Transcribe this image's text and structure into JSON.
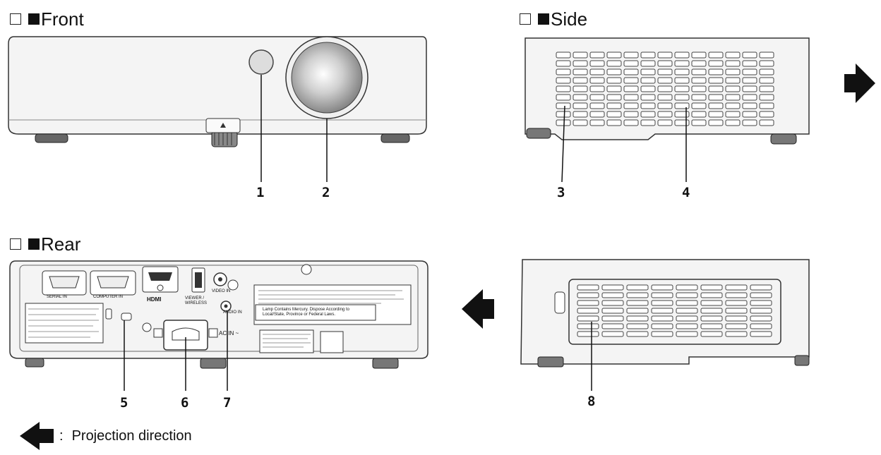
{
  "sections": {
    "front": {
      "title": "Front"
    },
    "side": {
      "title": "Side"
    },
    "rear": {
      "title": "Rear"
    }
  },
  "callouts": [
    "1",
    "2",
    "3",
    "4",
    "5",
    "6",
    "7",
    "8"
  ],
  "rear_panel": {
    "serial_in": "SERIAL IN",
    "computer_in": "COMPUTER IN",
    "hdmi": "HDMI",
    "usb": "VIEWER / WIRELESS",
    "video_in": "VIDEO IN",
    "audio_in": "AUDIO IN",
    "ac_in": "AC IN ~",
    "lamp_notice": "Lamp Contains Mercury. Dispose According to Local/State, Province or Federal Laws."
  },
  "legend": {
    "colon": ":",
    "text": "Projection direction"
  }
}
